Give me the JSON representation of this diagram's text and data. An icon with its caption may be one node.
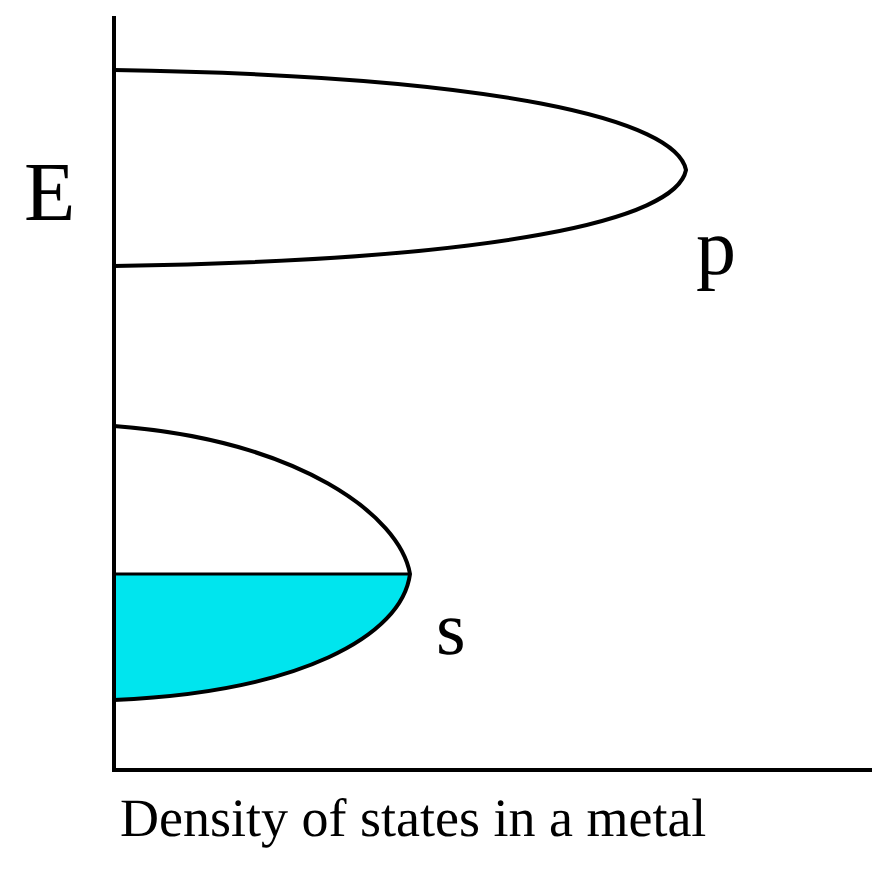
{
  "diagram": {
    "labels": [
      "E",
      "p",
      "s",
      "Density of states in a metal"
    ]
  }
}
